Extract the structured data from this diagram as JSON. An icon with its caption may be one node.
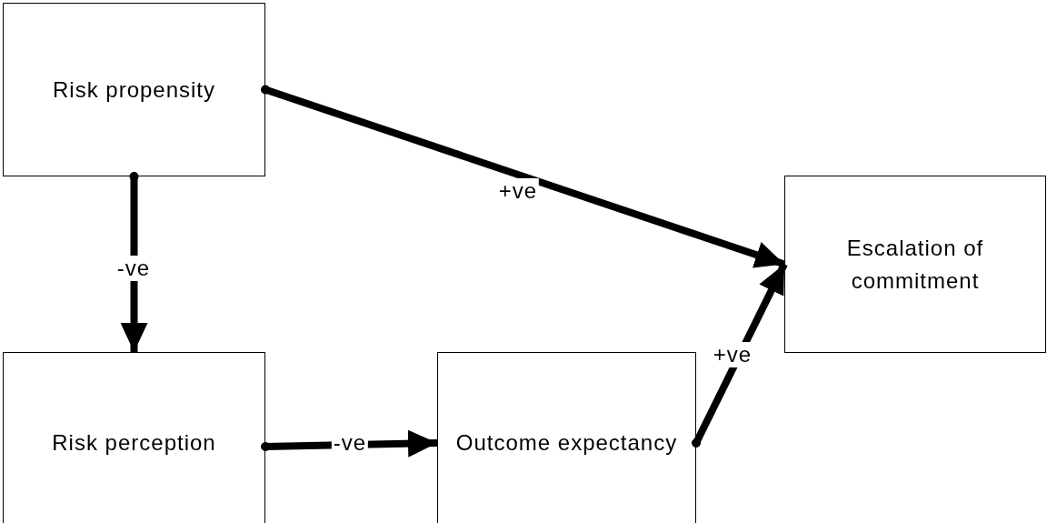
{
  "diagram": {
    "nodes": [
      {
        "text": [
          "Risk propensity"
        ]
      },
      {
        "text": [
          "Risk perception"
        ]
      },
      {
        "text": [
          "Outcome expectancy"
        ]
      },
      {
        "text": [
          "Escalation of commitment"
        ]
      }
    ],
    "edges": [
      {
        "from": 0,
        "to": 3,
        "arrow": "to",
        "label": "+ve"
      },
      {
        "from": 0,
        "to": 1,
        "arrow": "to",
        "label": "-ve"
      },
      {
        "from": 1,
        "to": 2,
        "arrow": "to",
        "label": "-ve"
      },
      {
        "from": 2,
        "to": 3,
        "arrow": "to",
        "label": "+ve"
      }
    ]
  }
}
